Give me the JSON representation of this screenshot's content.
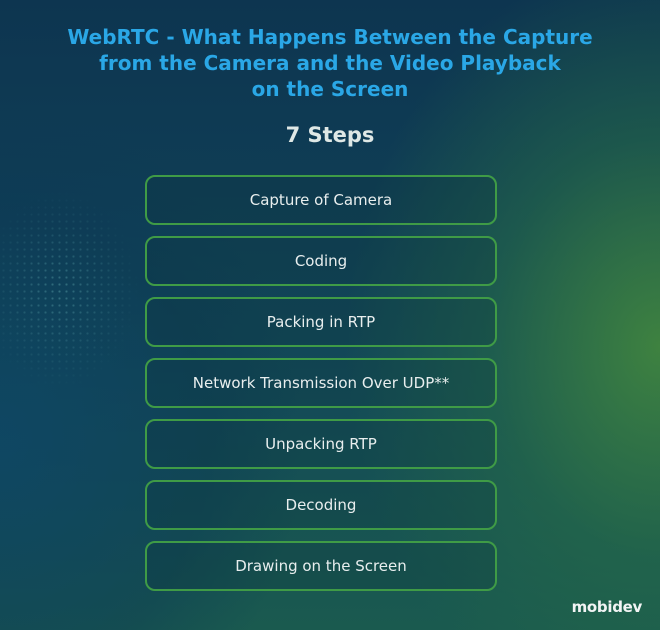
{
  "title": "WebRTC - What Happens Between the Capture\nfrom the Camera and the Video Playback\non the Screen",
  "subtitle": "7 Steps",
  "steps": [
    {
      "label": "Capture of Camera"
    },
    {
      "label": "Coding"
    },
    {
      "label": "Packing in RTP"
    },
    {
      "label": "Network Transmission Over UDP**"
    },
    {
      "label": "Unpacking RTP"
    },
    {
      "label": "Decoding"
    },
    {
      "label": "Drawing on the Screen"
    }
  ],
  "logo": "mobidev",
  "colors": {
    "title": "#2aa7e6",
    "step_border": "#3f9b46",
    "background_top": "#0d3550",
    "background_bottom_right": "#4a8c3c"
  }
}
